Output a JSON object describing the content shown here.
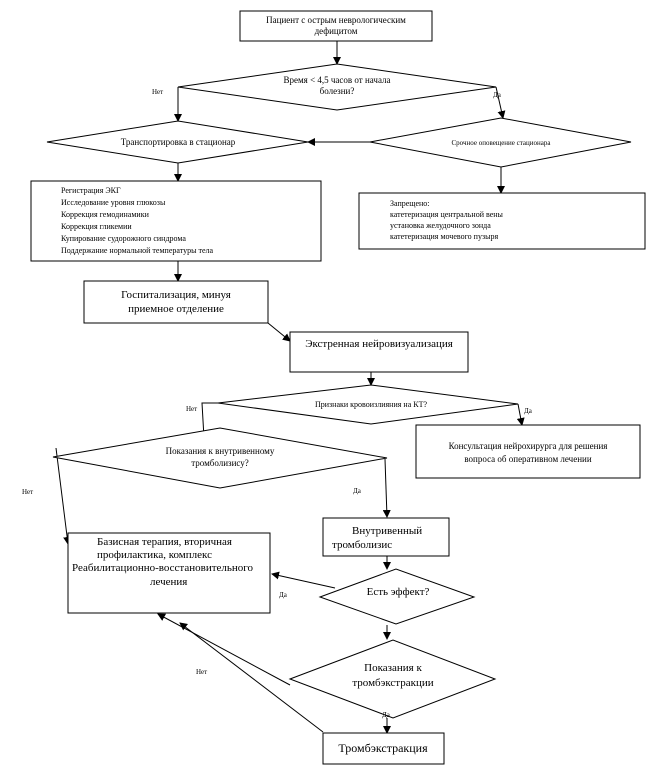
{
  "diagram": {
    "nodes": {
      "start": {
        "lines": [
          "Пациент с острым неврологическим",
          "дефицитом"
        ]
      },
      "time_q": {
        "lines": [
          "Время < 4,5 часов от начала",
          "болезни?"
        ]
      },
      "transport": {
        "lines": [
          "Транспортировка в стационар"
        ]
      },
      "alert": {
        "lines": [
          "Срочное оповещение стационара"
        ]
      },
      "measures": {
        "lines": [
          "Регистрация ЭКГ",
          "Исследование уровня глюкозы",
          "Коррекция гемодинамики",
          "Коррекция гликемии",
          "Купирование судорожного синдрома",
          "Поддержание нормальной температуры тела"
        ]
      },
      "forbidden": {
        "lines": [
          "Запрещено:",
          "катетеризация центральной вены",
          "установка желудочного зонда",
          "катетеризация мочевого пузыря"
        ]
      },
      "hosp": {
        "lines": [
          "Госпитализация, минуя",
          "приемное отделение"
        ]
      },
      "imaging": {
        "lines": [
          "Экстренная нейровизуализация"
        ]
      },
      "hemorrhage_q": {
        "lines": [
          "Признаки кровоизлияния на КТ?"
        ]
      },
      "neurosurgeon": {
        "lines": [
          "Консультация нейрохирурга для решения",
          "вопроса об оперативном лечении"
        ]
      },
      "thrombolysis_q": {
        "lines": [
          "Показания к внутривенному",
          "тромболизису?"
        ]
      },
      "base_therapy": {
        "lines": [
          "Базисная терапия, вторичная",
          "профилактика, комплекс",
          "Реабилитационно-восстановительного",
          "лечения"
        ]
      },
      "iv_thrombolysis": {
        "lines": [
          "Внутривенный",
          "тромболизис"
        ]
      },
      "effect_q": {
        "lines": [
          "Есть эффект?"
        ]
      },
      "thrombectomy_q": {
        "lines": [
          "Показания к",
          "тромбэкстракции"
        ]
      },
      "thrombectomy": {
        "lines": [
          "Тромбэкстракция"
        ]
      }
    },
    "edge_labels": {
      "time_no": "Нет",
      "time_yes": "Да",
      "hem_no": "Нет",
      "hem_yes": "Да",
      "tl_no": "Нет",
      "tl_yes": "Да",
      "effect_yes": "Да",
      "te_no": "Нет",
      "te_yes": "Да"
    }
  }
}
